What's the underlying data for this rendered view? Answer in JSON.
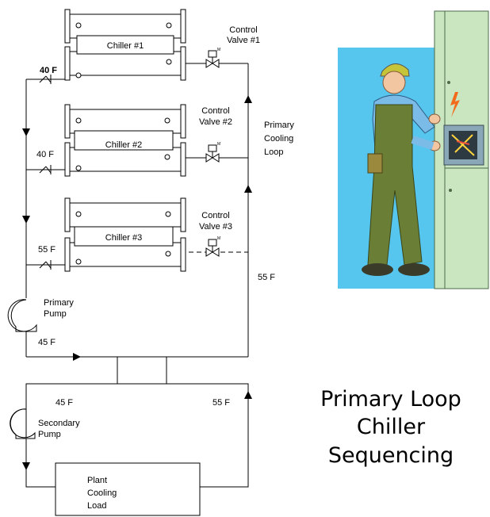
{
  "chillers": [
    {
      "label": "Chiller #1",
      "supply_temp": "40 F"
    },
    {
      "label": "Chiller #2",
      "supply_temp": "40 F"
    },
    {
      "label": "Chiller #3",
      "supply_temp": "55 F"
    }
  ],
  "valves": [
    {
      "line1": "Control",
      "line2": "Valve #1"
    },
    {
      "line1": "Control",
      "line2": "Valve #2"
    },
    {
      "line1": "Control",
      "line2": "Valve #3"
    }
  ],
  "valve_actuator_mark": "M",
  "primary_loop": {
    "line1": "Primary",
    "line2": "Cooling",
    "line3": "Loop"
  },
  "return_temp_primary": "55 F",
  "primary_pump": {
    "line1": "Primary",
    "line2": "Pump"
  },
  "primary_supply_temp": "45 F",
  "secondary_supply_temp": "45 F",
  "secondary_return_temp": "55 F",
  "secondary_pump": {
    "line1": "Secondary",
    "line2": "Pump"
  },
  "load": {
    "line1": "Plant",
    "line2": "Cooling",
    "line3": "Load"
  },
  "headline": {
    "line1": "Primary Loop",
    "line2": "Chiller",
    "line3": "Sequencing"
  },
  "colors": {
    "line": "#000000",
    "panel": "#c9e6c0",
    "sky": "#56c6ee",
    "overalls": "#6b7e36"
  }
}
